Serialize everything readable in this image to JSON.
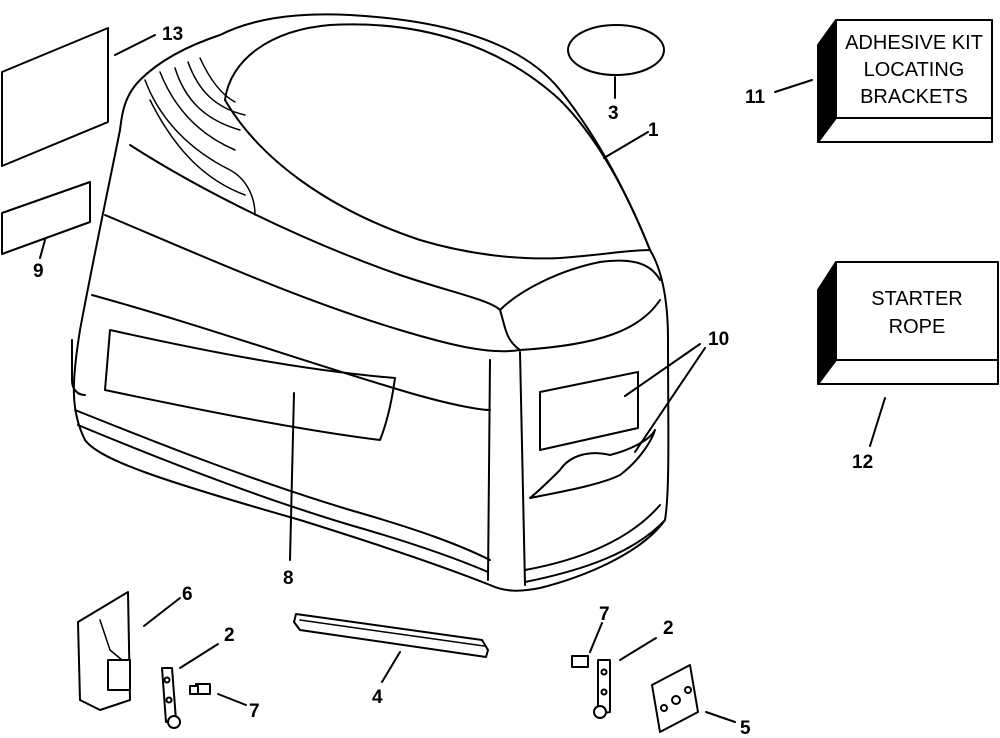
{
  "callouts": {
    "n1": "1",
    "n2a": "2",
    "n2b": "2",
    "n3": "3",
    "n4": "4",
    "n5": "5",
    "n6": "6",
    "n7a": "7",
    "n7b": "7",
    "n8": "8",
    "n9": "9",
    "n10": "10",
    "n11": "11",
    "n12": "12",
    "n13": "13"
  },
  "kits": {
    "adhesive": {
      "line1": "ADHESIVE KIT",
      "line2": "LOCATING",
      "line3": "BRACKETS"
    },
    "starter": {
      "line1": "STARTER",
      "line2": "ROPE"
    }
  }
}
